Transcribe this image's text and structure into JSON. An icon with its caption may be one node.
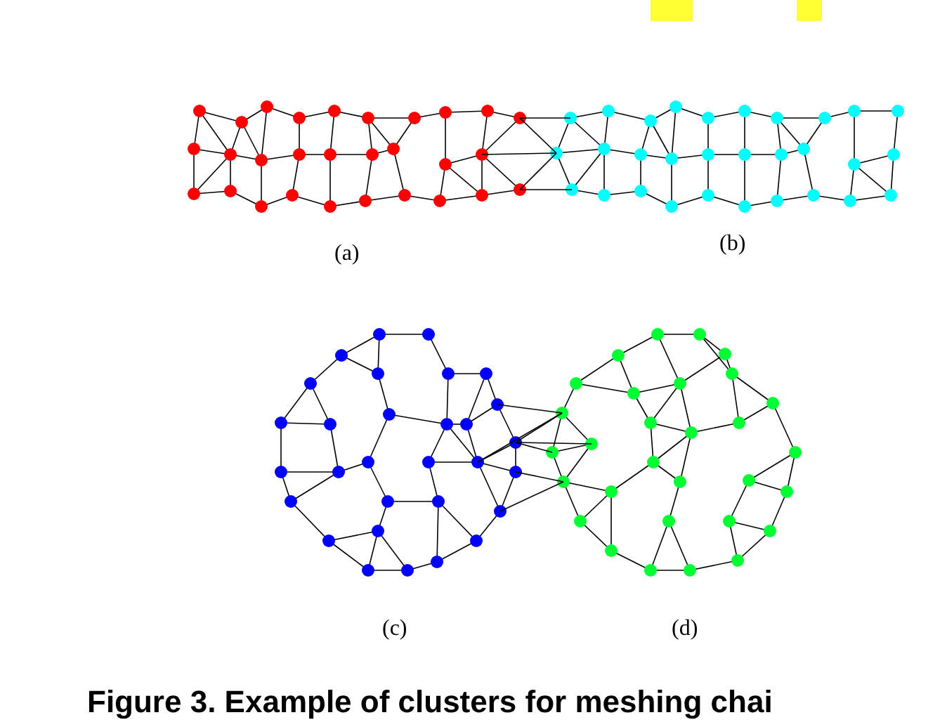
{
  "diagram": {
    "caption": "Figure 3. Example of clusters for meshing chai",
    "labels": [
      "(a)",
      "(b)",
      "(c)",
      "(d)"
    ]
  }
}
